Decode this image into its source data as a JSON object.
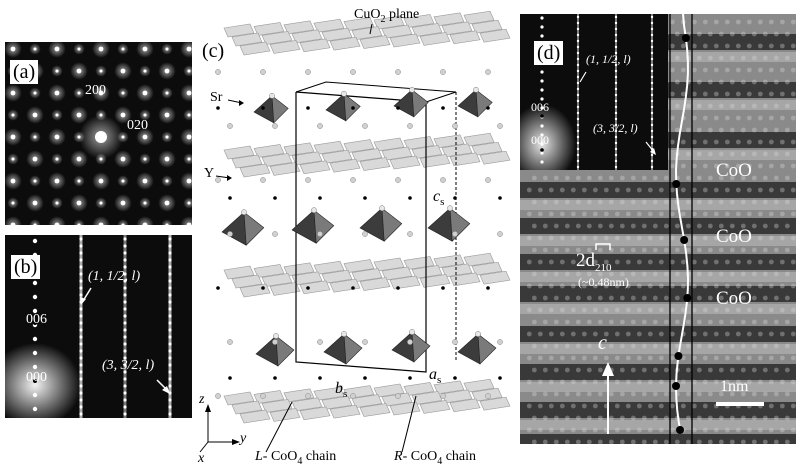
{
  "panels": {
    "a": {
      "label": "(a)",
      "spots": [
        "200",
        "020"
      ]
    },
    "b": {
      "label": "(b)",
      "spot_006": "006",
      "spot_000": "000",
      "arrow_1": "(1, 1/2, l)",
      "arrow_2": "(3, 3/2, l)"
    },
    "c": {
      "label": "(c)",
      "cuo2_label": "CuO",
      "cuo2_sub": "2",
      "cuo2_suffix": " plane",
      "sr_label": "Sr",
      "y_label": "Y",
      "cs_label": "c",
      "cs_sub": "s",
      "bs_label": "b",
      "bs_sub": "s",
      "as_label": "a",
      "as_sub": "s",
      "axis_z": "z",
      "axis_y": "y",
      "axis_x": "x",
      "l_chain_prefix": "L",
      "l_chain_suffix": "- CoO",
      "l_chain_sub": "4",
      "l_chain_end": " chain",
      "r_chain_prefix": "R",
      "r_chain_suffix": "- CoO",
      "r_chain_sub": "4",
      "r_chain_end": " chain"
    },
    "d": {
      "label": "(d)",
      "inset_arrow_1": "(1, 1/2, l)",
      "inset_006": "006",
      "inset_000": "000",
      "inset_arrow_2": "(3, 3/2, l)",
      "coo_labels": [
        "CoO",
        "CoO",
        "CoO"
      ],
      "d_spacing_main": "2d",
      "d_spacing_sub": "210",
      "d_spacing_value": "(~0.48nm)",
      "c_axis": "c",
      "scale_bar": "1nm"
    }
  }
}
